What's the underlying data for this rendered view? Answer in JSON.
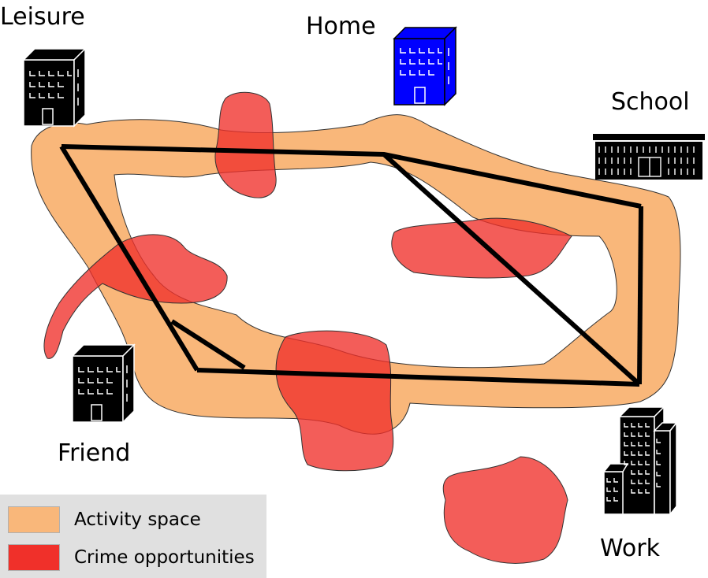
{
  "labels": {
    "leisure": "Leisure",
    "home": "Home",
    "school": "School",
    "friend": "Friend",
    "work": "Work"
  },
  "legend": {
    "activity_space": "Activity space",
    "crime_opportunities": "Crime opportunities"
  },
  "colors": {
    "activity_space": "#f9b77a",
    "crime_opportunities": "#f0302a",
    "home_building": "#0000ff",
    "building": "#000000",
    "route": "#000000"
  },
  "icons": {
    "leisure": "building-icon",
    "home": "building-icon",
    "school": "school-icon",
    "friend": "building-icon",
    "work": "office-towers-icon"
  }
}
